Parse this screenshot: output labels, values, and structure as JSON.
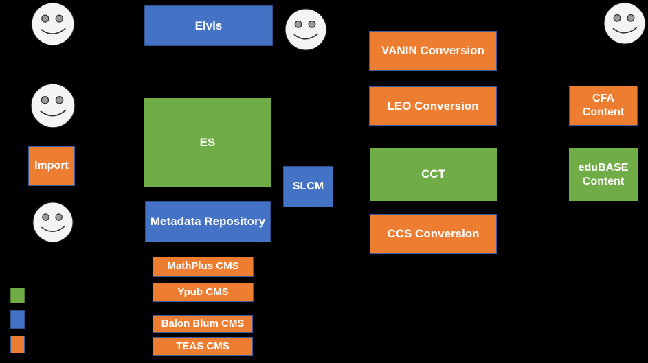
{
  "diagram": {
    "background_color": "#000000",
    "palette": {
      "blue": "#4472C4",
      "green": "#70AD47",
      "orange": "#ED7D31",
      "text": "#FFFFFF"
    },
    "nodes": {
      "elvis": {
        "label": "Elvis",
        "color": "blue"
      },
      "es": {
        "label": "ES",
        "color": "green"
      },
      "metadata": {
        "label": "Metadata Repository",
        "color": "blue"
      },
      "slcm": {
        "label": "SLCM",
        "color": "blue"
      },
      "vanin": {
        "label": "VANIN Conversion",
        "color": "orange"
      },
      "leo": {
        "label": "LEO Conversion",
        "color": "orange"
      },
      "cct": {
        "label": "CCT",
        "color": "green"
      },
      "ccs": {
        "label": "CCS Conversion",
        "color": "orange"
      },
      "cfa": {
        "label": "CFA Content",
        "color": "orange"
      },
      "edubase": {
        "label": "eduBASE Content",
        "color": "green"
      },
      "import": {
        "label": "Import",
        "color": "orange"
      },
      "mathplus": {
        "label": "MathPlus CMS",
        "color": "orange"
      },
      "ypub": {
        "label": "Ypub CMS",
        "color": "orange"
      },
      "balon": {
        "label": "Balon Blum CMS",
        "color": "orange"
      },
      "teas": {
        "label": "TEAS CMS",
        "color": "orange"
      }
    },
    "actors": [
      {
        "name": "actor-top-left"
      },
      {
        "name": "actor-mid-left"
      },
      {
        "name": "actor-lower-left"
      },
      {
        "name": "actor-center"
      },
      {
        "name": "actor-top-right"
      }
    ],
    "legend": {
      "items": [
        {
          "name": "green-swatch",
          "color": "#70AD47"
        },
        {
          "name": "blue-swatch",
          "color": "#4472C4"
        },
        {
          "name": "orange-swatch",
          "color": "#ED7D31"
        }
      ]
    }
  }
}
